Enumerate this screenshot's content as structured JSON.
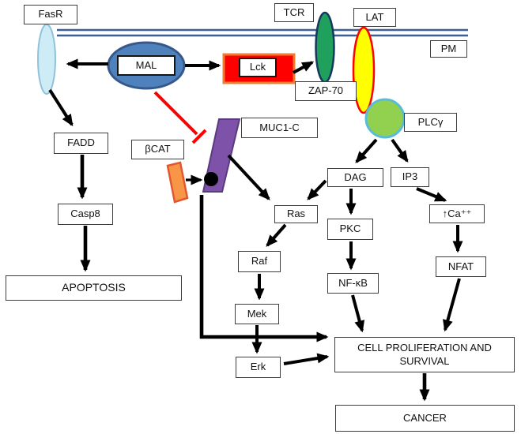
{
  "nodes": {
    "fasr": "FasR",
    "tcr": "TCR",
    "lat": "LAT",
    "pm": "PM",
    "mal": "MAL",
    "lck": "Lck",
    "zap70": "ZAP-70",
    "plcg": "PLCγ",
    "muc1c": "MUC1-C",
    "bcat": "βCAT",
    "fadd": "FADD",
    "casp8": "Casp8",
    "apoptosis": "APOPTOSIS",
    "dag": "DAG",
    "ip3": "IP3",
    "ras": "Ras",
    "pkc": "PKC",
    "ca": "↑Ca⁺⁺",
    "raf": "Raf",
    "nfkb": "NF-κB",
    "nfat": "NFAT",
    "mek": "Mek",
    "erk": "Erk",
    "prolif": "CELL PROLIFERATION AND SURVIVAL",
    "cancer": "CANCER"
  },
  "colors": {
    "membrane": "#3c6090",
    "arrow": "#000000",
    "inhibit": "#fe0000",
    "box-border": "#3d3d3d",
    "mal-fill": "#4f81bd",
    "mal-stroke": "#36598c",
    "fasr-fill": "#cdecf6",
    "fasr-stroke": "#8fc3dc",
    "tcr-fill": "#1fa05c",
    "tcr-stroke": "#17375e",
    "lat-fill": "#ffff00",
    "lat-stroke": "#fe0000",
    "plc-fill": "#92d050",
    "plc-stroke": "#58bcd9",
    "lck-fill": "#fe0000",
    "lck-stroke": "#ed7d31",
    "muc1-fill": "#7e52a8",
    "muc1-stroke": "#5a3a80",
    "bcat-fill": "#f79646",
    "bcat-stroke": "#e4572e"
  }
}
